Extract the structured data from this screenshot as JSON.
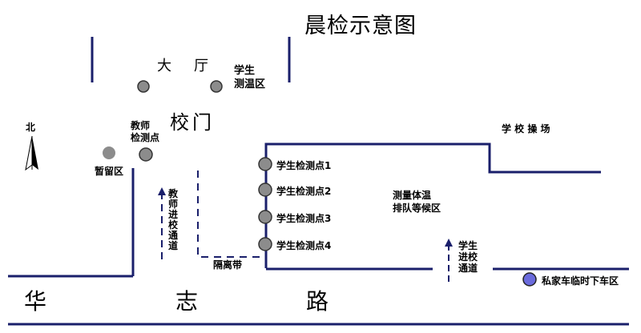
{
  "title": "晨检示意图",
  "labels": {
    "hall": "大厅",
    "student_temp_zone": "学生\n测温区",
    "school_gate": "校门",
    "teacher_check_point": "教师\n检测点",
    "north": "北",
    "holding_area": "暂留区",
    "teacher_entry_lane": "教师进校通道",
    "isolation_strip": "隔离带",
    "student_entry_lane": "学生\n进校\n通道",
    "playground": "学 校 操 场",
    "queue_area": "测量体温\n排队等候区",
    "private_car_dropoff": "私家车临时下车区",
    "road": [
      "华",
      "志",
      "路"
    ]
  },
  "student_check_points": [
    "学生检测点1",
    "学生检测点2",
    "学生检测点3",
    "学生检测点4"
  ],
  "colors": {
    "line": "#1a1f6b",
    "marker_gray": "#8c8c8c",
    "marker_dark": "#3a3a3a",
    "marker_blue": "#6b6bdc",
    "arrow": "#1a1f6b"
  }
}
